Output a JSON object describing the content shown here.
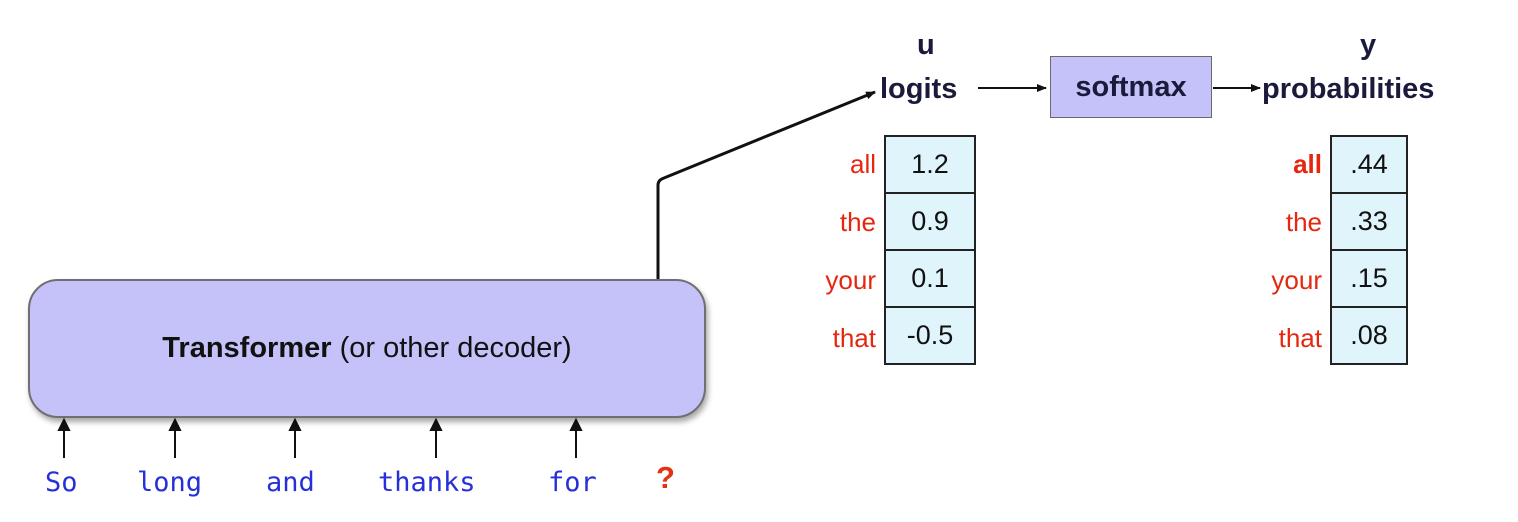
{
  "decoder": {
    "title_bold": "Transformer",
    "title_rest": " (or other decoder)"
  },
  "tokens": [
    "So",
    "long",
    "and",
    "thanks",
    "for"
  ],
  "next_token": "?",
  "logits": {
    "symbol": "u",
    "label": "logits",
    "words": [
      "all",
      "the",
      "your",
      "that"
    ],
    "values": [
      "1.2",
      "0.9",
      "0.1",
      "-0.5"
    ]
  },
  "softmax": {
    "label": "softmax"
  },
  "probabilities": {
    "symbol": "y",
    "label": "probabilities",
    "words": [
      "all",
      "the",
      "your",
      "that"
    ],
    "values": [
      ".44",
      ".33",
      ".15",
      ".08"
    ]
  },
  "colors": {
    "box_fill": "#c4c2f8",
    "cell_fill": "#dff5fb",
    "token_blue": "#2630d8",
    "word_red": "#e5270f"
  }
}
